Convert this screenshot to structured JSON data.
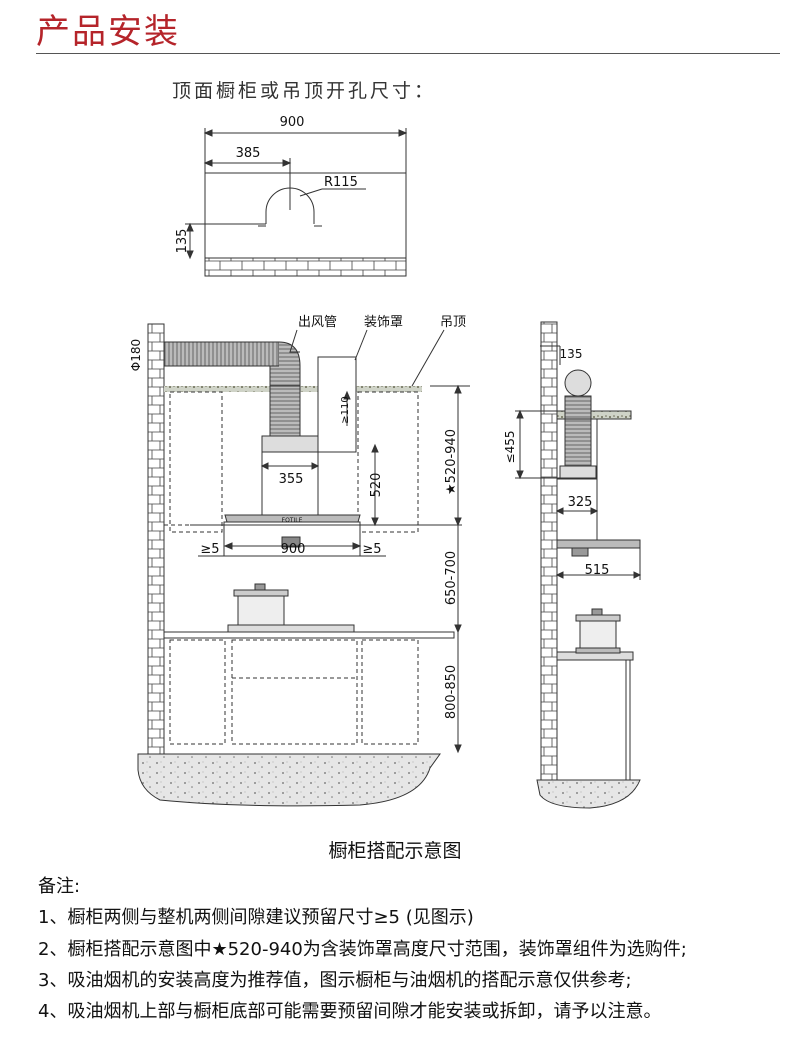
{
  "header": {
    "title": "产品安装"
  },
  "top_diagram": {
    "label": "顶面橱柜或吊顶开孔尺寸：",
    "dim_width": "900",
    "dim_offset": "385",
    "dim_radius": "R115",
    "dim_height": "135"
  },
  "front_diagram": {
    "label_duct": "出风管",
    "label_cover": "装饰罩",
    "label_ceiling": "吊顶",
    "dim_duct": "Φ180",
    "dim_gap_top": "≥110",
    "dim_cover_range": "★520-940",
    "dim_cover_width": "355",
    "dim_cover_height": "520",
    "dim_gap_left": "≥5",
    "dim_hood_width": "900",
    "dim_gap_right": "≥5",
    "dim_install_height": "650-700",
    "dim_counter_height": "800-850",
    "brand_text": "FOTILE"
  },
  "side_diagram": {
    "dim_duct": "135",
    "dim_top": "≤455",
    "dim_cover_depth": "325",
    "dim_hood_depth": "515"
  },
  "caption": "橱柜搭配示意图",
  "notes": {
    "heading": "备注:",
    "items": [
      "1、橱柜两侧与整机两侧间隙建议预留尺寸≥5 (见图示)",
      "2、橱柜搭配示意图中★520-940为含装饰罩高度尺寸范围，装饰罩组件为选购件;",
      "3、吸油烟机的安装高度为推荐值，图示橱柜与油烟机的搭配示意仅供参考;",
      "4、吸油烟机上部与橱柜底部可能需要预留间隙才能安装或拆卸，请予以注意。"
    ]
  }
}
